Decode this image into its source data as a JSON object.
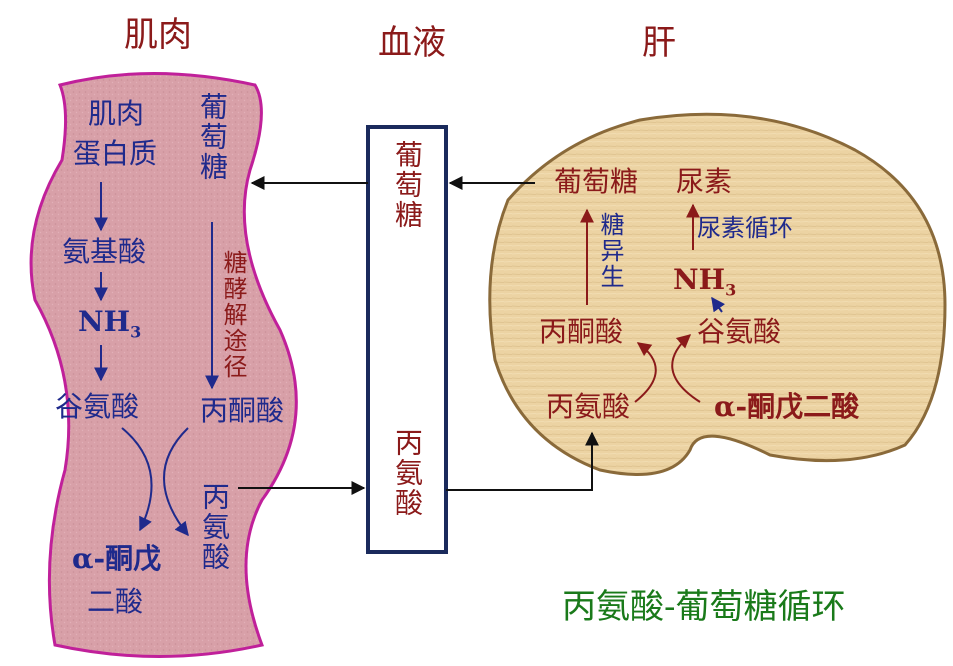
{
  "header": {
    "muscle": "肌肉",
    "blood": "血液",
    "liver": "肝"
  },
  "muscle": {
    "protein": [
      "肌肉",
      "蛋白质"
    ],
    "amino_acid": "氨基酸",
    "nh3": "NH",
    "nh3_sub": "3",
    "glutamate": "谷氨酸",
    "alpha_kg": [
      "α-酮戊",
      "二酸"
    ],
    "glucose": "葡萄糖",
    "glycolysis": "糖酵解途径",
    "pyruvate": "丙酮酸",
    "alanine": "丙氨酸"
  },
  "blood": {
    "glucose": "葡萄糖",
    "alanine": "丙氨酸"
  },
  "liver": {
    "glucose": "葡萄糖",
    "urea": "尿素",
    "gluconeogenesis": "糖异生",
    "urea_cycle": "尿素循环",
    "nh3": "NH",
    "nh3_sub": "3",
    "pyruvate": "丙酮酸",
    "glutamate": "谷氨酸",
    "alanine": "丙氨酸",
    "alpha_kg": "α-酮戊二酸"
  },
  "footer": {
    "cycle_name": "丙氨酸-葡萄糖循环"
  },
  "colors": {
    "muscle_fill": "#d8a0a8",
    "muscle_border": "#c0209a",
    "liver_fill": "#ecd3a3",
    "liver_border": "#8a6a3a",
    "blood_border": "#1a2a5c",
    "navy": "#1f2a8c",
    "maroon": "#8b1a1a",
    "green": "#1a7a1a"
  }
}
